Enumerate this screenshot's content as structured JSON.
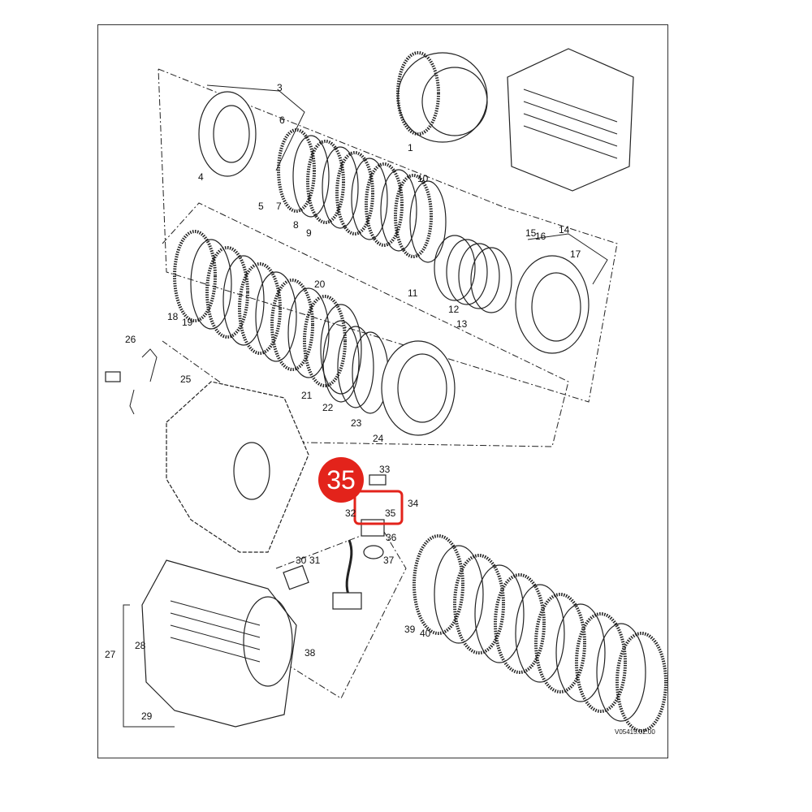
{
  "diagram": {
    "drawing_code": "V05415.02.00",
    "highlight": {
      "label": "35",
      "color": "#e3231b"
    },
    "part_labels": [
      "1",
      "3",
      "4",
      "5",
      "6",
      "7",
      "8",
      "9",
      "10",
      "11",
      "12",
      "13",
      "14",
      "15",
      "16",
      "17",
      "18",
      "19",
      "20",
      "21",
      "22",
      "23",
      "24",
      "25",
      "26",
      "27",
      "28",
      "29",
      "30",
      "31",
      "32",
      "33",
      "34",
      "35",
      "36",
      "37",
      "38",
      "39",
      "40"
    ]
  }
}
